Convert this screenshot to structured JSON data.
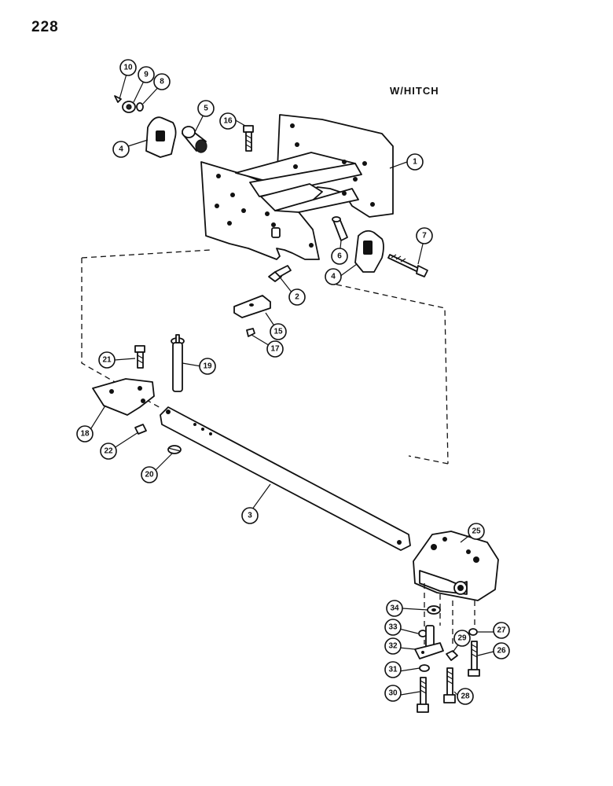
{
  "page": {
    "number": "228",
    "title": "W/HITCH"
  },
  "parts": [
    {
      "id": "frame",
      "callout": "1"
    },
    {
      "id": "bolt",
      "callout": "2"
    },
    {
      "id": "drawbar",
      "callout": "3"
    },
    {
      "id": "strap-left",
      "callout": "4"
    },
    {
      "id": "strap-right",
      "callout": "4"
    },
    {
      "id": "spacer",
      "callout": "5"
    },
    {
      "id": "pin",
      "callout": "6"
    },
    {
      "id": "long-bolt",
      "callout": "7"
    },
    {
      "id": "washer",
      "callout": "8"
    },
    {
      "id": "nut",
      "callout": "9"
    },
    {
      "id": "cotter-pin",
      "callout": "10"
    },
    {
      "id": "bolt-top",
      "callout": "16"
    },
    {
      "id": "block",
      "callout": "15"
    },
    {
      "id": "nut-small",
      "callout": "17"
    },
    {
      "id": "bolt-clamp",
      "callout": "21"
    },
    {
      "id": "drawbar-pin",
      "callout": "19"
    },
    {
      "id": "clamp",
      "callout": "18"
    },
    {
      "id": "nut-clamp",
      "callout": "22"
    },
    {
      "id": "clip",
      "callout": "20"
    },
    {
      "id": "support",
      "callout": "25"
    },
    {
      "id": "washer-34",
      "callout": "34"
    },
    {
      "id": "washer-33",
      "callout": "33"
    },
    {
      "id": "pin-plate",
      "callout": "32"
    },
    {
      "id": "washer-31",
      "callout": "31"
    },
    {
      "id": "bolt-30",
      "callout": "30"
    },
    {
      "id": "nut-29",
      "callout": "29"
    },
    {
      "id": "bolt-28",
      "callout": "28"
    },
    {
      "id": "washer-27",
      "callout": "27"
    },
    {
      "id": "bolt-26",
      "callout": "26"
    }
  ]
}
